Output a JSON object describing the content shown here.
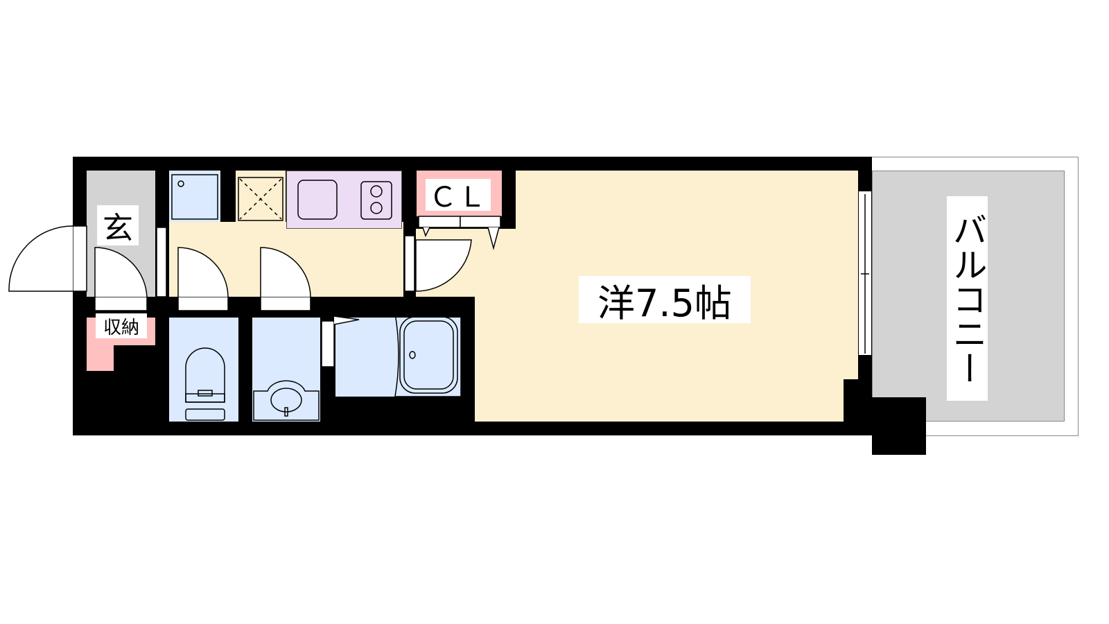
{
  "floor_plan": {
    "rooms": {
      "entrance": "玄",
      "storage": "収納",
      "closet": "ＣＬ",
      "western_room": "洋7.5帖",
      "balcony": "バルコニー"
    },
    "colors": {
      "living": "#fdf0d0",
      "wet_area": "#dbeaff",
      "kitchen": "#ecdcf4",
      "storage": "#ffc0c0",
      "entrance": "#d3d3d3",
      "wall": "#000000"
    }
  }
}
